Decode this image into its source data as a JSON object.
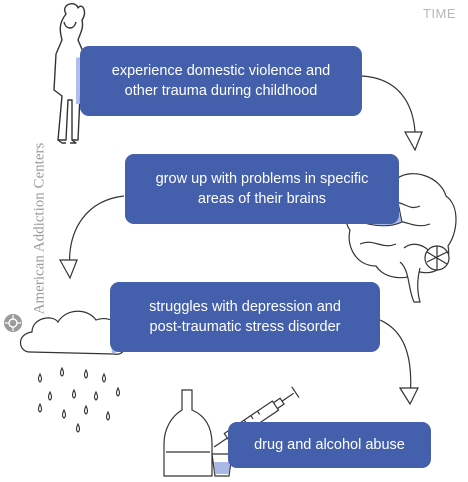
{
  "header": {
    "time_label": "TIME"
  },
  "brand": {
    "name": "American Addiction Centers"
  },
  "steps": [
    {
      "label": "experience domestic violence and\nother trauma during childhood",
      "icon": "child-figure-icon"
    },
    {
      "label": "grow up with problems in specific\nareas of their brains",
      "icon": "brain-icon"
    },
    {
      "label": "struggles with depression and\npost-traumatic stress disorder",
      "icon": "rain-cloud-icon"
    },
    {
      "label": "drug and alcohol abuse",
      "icon": "bottle-syringe-icon"
    }
  ],
  "colors": {
    "box": "#4460ac",
    "text": "#ffffff",
    "accent": "#aab8e6",
    "line": "#333333"
  }
}
